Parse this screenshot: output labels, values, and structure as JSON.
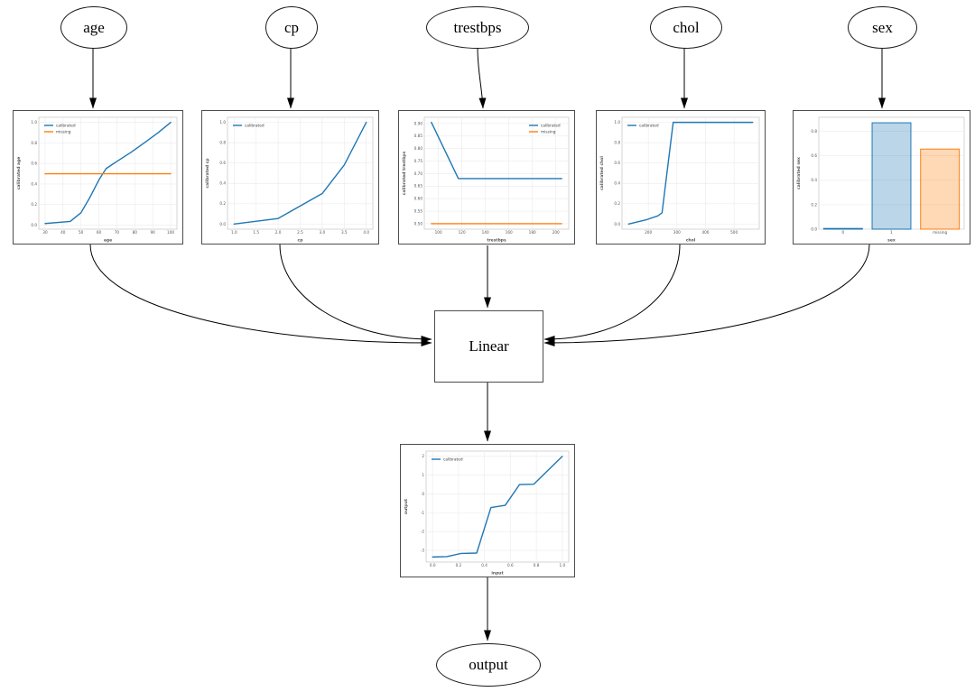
{
  "diagram": {
    "nodes": {
      "age": {
        "label": "age"
      },
      "cp": {
        "label": "cp"
      },
      "trestbps": {
        "label": "trestbps"
      },
      "chol": {
        "label": "chol"
      },
      "sex": {
        "label": "sex"
      },
      "linear": {
        "label": "Linear"
      },
      "output": {
        "label": "output"
      }
    },
    "colors": {
      "calibrated": "#1f77b4",
      "missing": "#ff7f0e",
      "edge": "#000000",
      "node_border": "#4d4d4d",
      "grid": "#ebebeb",
      "frame": "#cccccc",
      "tick_text": "#555555"
    }
  },
  "chart_data": [
    {
      "id": "age",
      "type": "line",
      "title": "",
      "xlabel": "age",
      "ylabel": "calibrated age",
      "xticks": [
        30,
        40,
        50,
        60,
        70,
        80,
        90,
        100
      ],
      "xtick_labels": [
        "30",
        "40",
        "50",
        "60",
        "70",
        "80",
        "90",
        "100"
      ],
      "yticks": [
        0,
        0.2,
        0.4,
        0.6,
        0.8,
        1
      ],
      "ytick_labels": [
        "0.0",
        "0.2",
        "0.4",
        "0.6",
        "0.8",
        "1.0"
      ],
      "xlim": [
        26.5,
        103.5
      ],
      "ylim": [
        -0.04,
        1.05
      ],
      "grid": true,
      "legend_pos": "upper-left",
      "series": [
        {
          "name": "calibrated",
          "color": "#1f77b4",
          "x": [
            30,
            44,
            50,
            55,
            60,
            64,
            70,
            78,
            86,
            93,
            100
          ],
          "y": [
            0.015,
            0.035,
            0.12,
            0.27,
            0.44,
            0.55,
            0.62,
            0.71,
            0.81,
            0.9,
            1.0
          ]
        },
        {
          "name": "missing",
          "color": "#ff7f0e",
          "x": [
            30,
            100
          ],
          "y": [
            0.5,
            0.5
          ]
        }
      ]
    },
    {
      "id": "cp",
      "type": "line",
      "title": "",
      "xlabel": "cp",
      "ylabel": "calibrated cp",
      "xticks": [
        1,
        1.5,
        2,
        2.5,
        3,
        3.5,
        4
      ],
      "xtick_labels": [
        "1.0",
        "1.5",
        "2.0",
        "2.5",
        "3.0",
        "3.5",
        "4.0"
      ],
      "yticks": [
        0,
        0.2,
        0.4,
        0.6,
        0.8,
        1
      ],
      "ytick_labels": [
        "0.0",
        "0.2",
        "0.4",
        "0.6",
        "0.8",
        "1.0"
      ],
      "xlim": [
        0.85,
        4.15
      ],
      "ylim": [
        -0.05,
        1.05
      ],
      "grid": true,
      "legend_pos": "upper-left",
      "series": [
        {
          "name": "calibrated",
          "color": "#1f77b4",
          "x": [
            1,
            2,
            3,
            3.5,
            4
          ],
          "y": [
            0.0,
            0.055,
            0.3,
            0.58,
            1.0
          ]
        }
      ]
    },
    {
      "id": "trestbps",
      "type": "line",
      "title": "",
      "xlabel": "trestbps",
      "ylabel": "calibrated trestbps",
      "xticks": [
        100,
        120,
        140,
        160,
        180,
        200
      ],
      "xtick_labels": [
        "100",
        "120",
        "140",
        "160",
        "180",
        "200"
      ],
      "yticks": [
        0.5,
        0.55,
        0.6,
        0.65,
        0.7,
        0.75,
        0.8,
        0.85,
        0.9
      ],
      "ytick_labels": [
        "0.50",
        "0.55",
        "0.60",
        "0.65",
        "0.70",
        "0.75",
        "0.80",
        "0.85",
        "0.90"
      ],
      "xlim": [
        88,
        211
      ],
      "ylim": [
        0.478,
        0.925
      ],
      "grid": true,
      "legend_pos": "upper-right",
      "series": [
        {
          "name": "calibrated",
          "color": "#1f77b4",
          "x": [
            94,
            117,
            205
          ],
          "y": [
            0.905,
            0.68,
            0.68
          ]
        },
        {
          "name": "missing",
          "color": "#ff7f0e",
          "x": [
            94,
            205
          ],
          "y": [
            0.5,
            0.5
          ]
        }
      ]
    },
    {
      "id": "chol",
      "type": "line",
      "title": "",
      "xlabel": "chol",
      "ylabel": "calibrated chol",
      "xticks": [
        200,
        300,
        400,
        500
      ],
      "xtick_labels": [
        "200",
        "300",
        "400",
        "500"
      ],
      "yticks": [
        0,
        0.2,
        0.4,
        0.6,
        0.8,
        1
      ],
      "ytick_labels": [
        "0.0",
        "0.2",
        "0.4",
        "0.6",
        "0.8",
        "1.0"
      ],
      "xlim": [
        108,
        588
      ],
      "ylim": [
        -0.05,
        1.05
      ],
      "grid": true,
      "legend_pos": "upper-left",
      "series": [
        {
          "name": "calibrated",
          "color": "#1f77b4",
          "x": [
            131,
            190,
            233,
            248,
            287,
            565
          ],
          "y": [
            0.0,
            0.04,
            0.08,
            0.11,
            1.0,
            1.0
          ]
        }
      ]
    },
    {
      "id": "sex",
      "type": "bar",
      "title": "",
      "xlabel": "sex",
      "ylabel": "calibrated sex",
      "categories": [
        "0",
        "1",
        "missing"
      ],
      "values": [
        0.006,
        0.87,
        0.655
      ],
      "bar_colors": [
        "#1f77b4",
        "#1f77b4",
        "#ff7f0e"
      ],
      "yticks": [
        0,
        0.2,
        0.4,
        0.6,
        0.8
      ],
      "ytick_labels": [
        "0.0",
        "0.2",
        "0.4",
        "0.6",
        "0.8"
      ],
      "ylim": [
        0,
        0.915
      ],
      "grid": true,
      "legend_pos": null
    },
    {
      "id": "output",
      "type": "line",
      "title": "",
      "xlabel": "input",
      "ylabel": "output",
      "xticks": [
        0,
        0.2,
        0.4,
        0.6,
        0.8,
        1
      ],
      "xtick_labels": [
        "0.0",
        "0.2",
        "0.4",
        "0.6",
        "0.8",
        "1.0"
      ],
      "yticks": [
        -3,
        -2,
        -1,
        0,
        1,
        2
      ],
      "ytick_labels": [
        "-3",
        "-2",
        "-1",
        "0",
        "1",
        "2"
      ],
      "xlim": [
        -0.05,
        1.05
      ],
      "ylim": [
        -3.62,
        2.28
      ],
      "grid": true,
      "legend_pos": "upper-left",
      "series": [
        {
          "name": "calibrated",
          "color": "#1f77b4",
          "x": [
            0,
            0.11,
            0.22,
            0.34,
            0.45,
            0.56,
            0.67,
            0.78,
            1.0
          ],
          "y": [
            -3.35,
            -3.33,
            -3.16,
            -3.14,
            -0.72,
            -0.6,
            0.5,
            0.52,
            2.0
          ]
        }
      ]
    }
  ]
}
